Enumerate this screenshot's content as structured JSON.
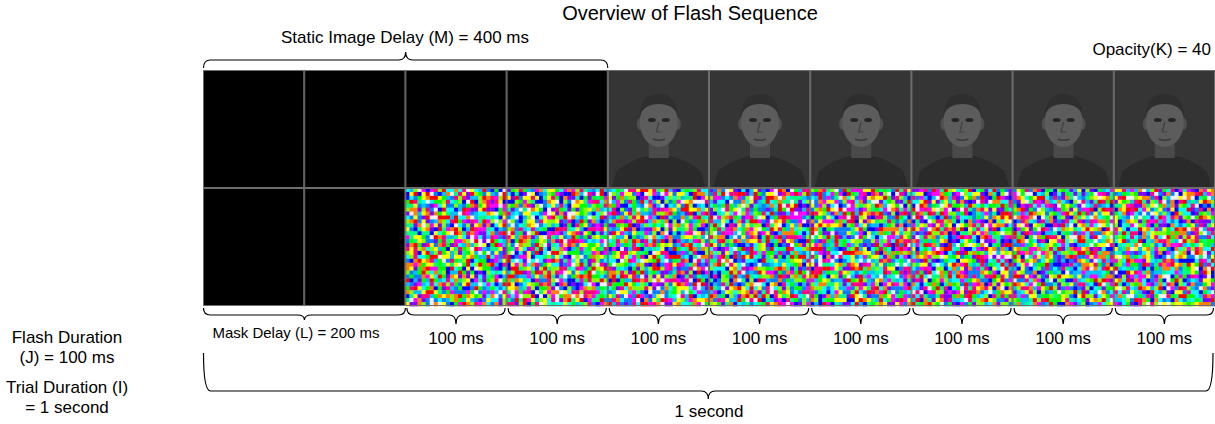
{
  "diagram": {
    "title": "Overview of Flash Sequence",
    "labels": [
      "Static Image Delay (M) = 400 ms",
      "Opacity(K) = 40",
      "Flash Duration (J) = 100 ms",
      "Mask Delay (L) = 200 ms",
      "100 ms",
      "100 ms",
      "100 ms",
      "100 ms",
      "100 ms",
      "100 ms",
      "100 ms",
      "100 ms",
      "Trial Duration (I) = 1 second",
      "1 second"
    ]
  }
}
